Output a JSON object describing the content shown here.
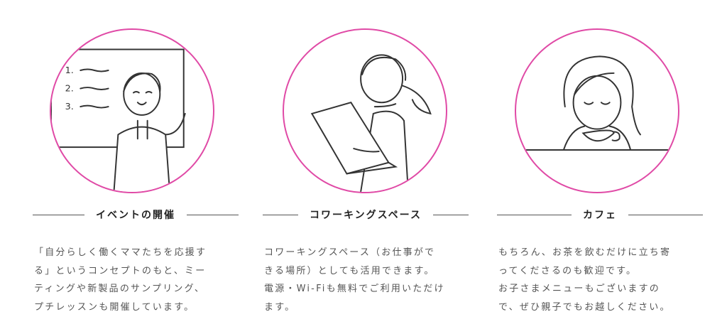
{
  "accent_color": "#e04aa6",
  "sections": [
    {
      "title": "イベントの開催",
      "illustration": "woman-presenting-whiteboard",
      "whiteboard_items": [
        "1.",
        "2.",
        "3."
      ],
      "lines": [
        "「自分らしく働くママたちを応援す",
        "る」というコンセプトのもと、ミー",
        "ティングや新製品のサンプリング、",
        "プチレッスンも開催しています。"
      ]
    },
    {
      "title": "コワーキングスペース",
      "illustration": "woman-working-laptop",
      "lines": [
        "コワーキングスペース（お仕事がで",
        "きる場所）としても活用できます。",
        "電源・Wi-Fiも無料でご利用いただけ",
        "ます。"
      ]
    },
    {
      "title": "カフェ",
      "illustration": "woman-drinking-tea",
      "lines": [
        "もちろん、お茶を飲むだけに立ち寄",
        "ってくださるのも歓迎です。",
        "お子さまメニューもございますの",
        "で、ぜひ親子でもお越しください。"
      ]
    }
  ]
}
